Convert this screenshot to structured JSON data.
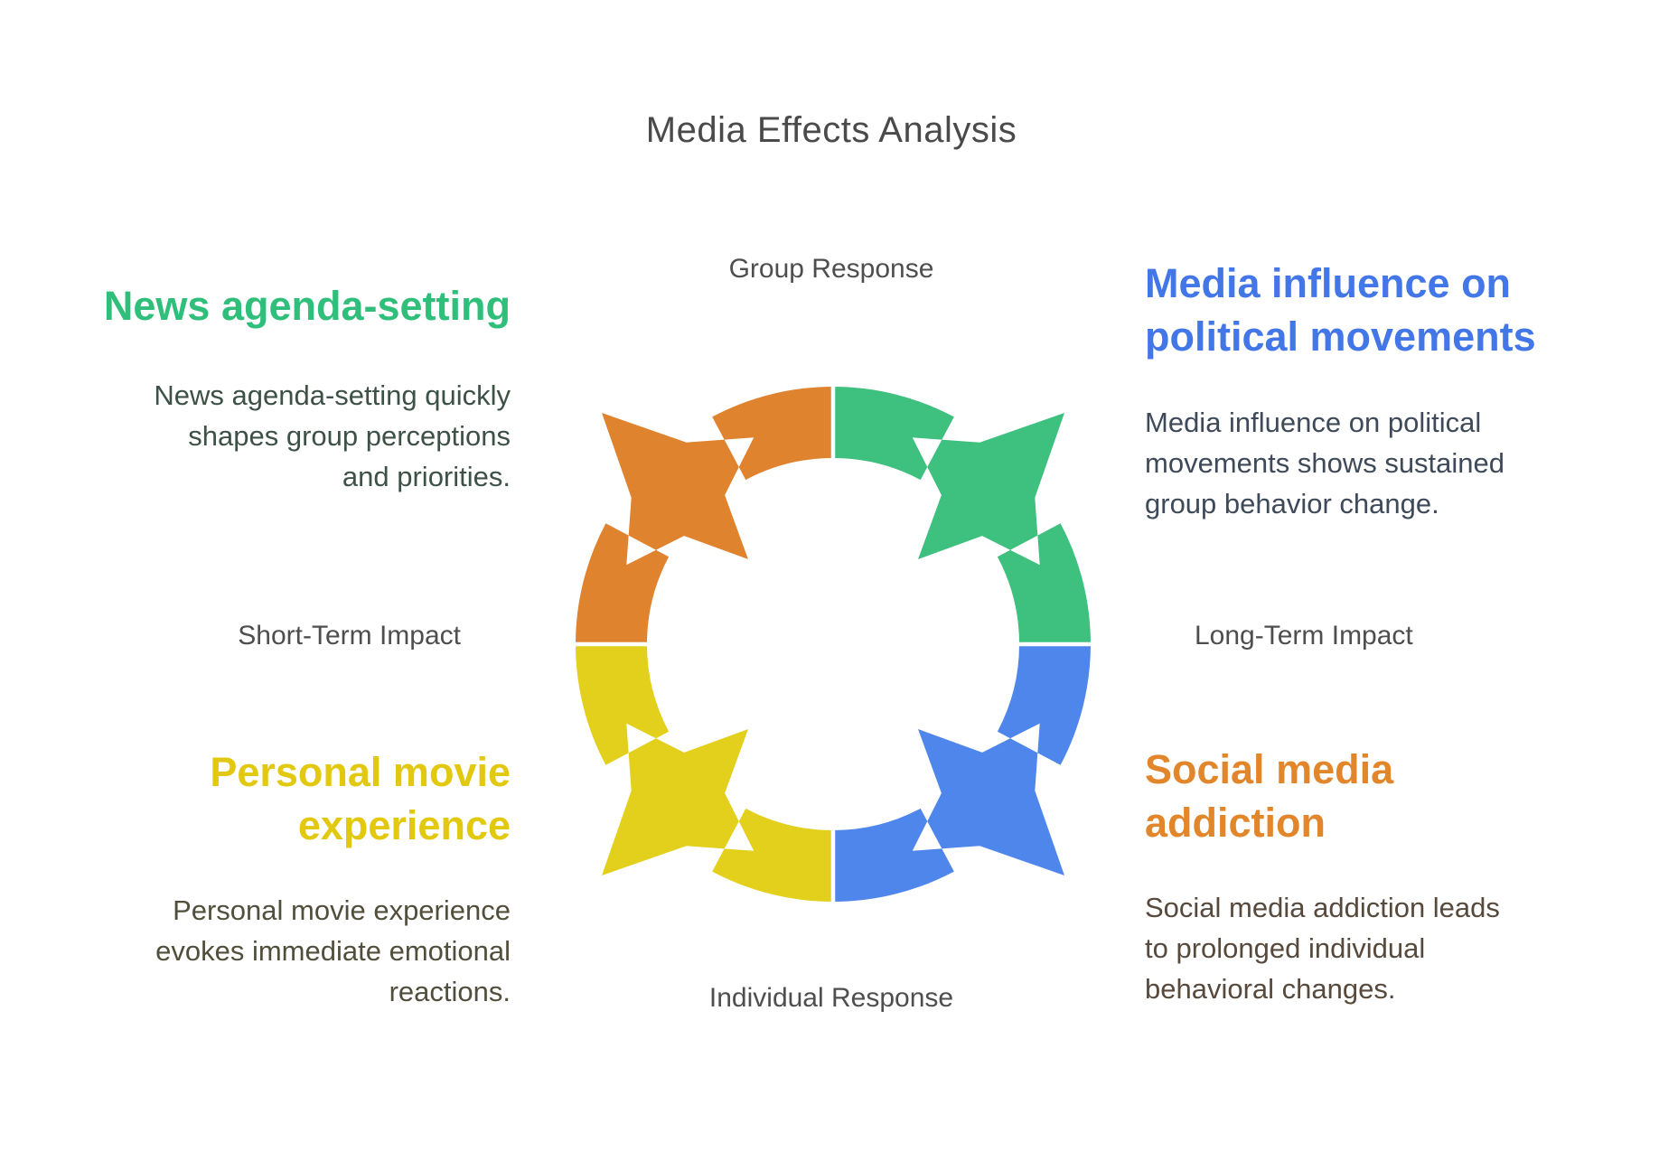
{
  "title": {
    "text": "Media Effects Analysis",
    "color": "#4a4a4a"
  },
  "axis_labels": {
    "top": "Group Response",
    "bottom": "Individual Response",
    "left": "Short-Term Impact",
    "right": "Long-Term Impact",
    "color": "#4e4e4e"
  },
  "diagram": {
    "type": "cycle-quadrant-arrows",
    "gap_color": "#ffffff",
    "segments": {
      "top_left": {
        "color": "#E0832F"
      },
      "top_right": {
        "color": "#3EC07E"
      },
      "bottom_right": {
        "color": "#4F86EC"
      },
      "bottom_left": {
        "color": "#E3D01D"
      }
    }
  },
  "quadrants": {
    "top_left": {
      "heading_lines": [
        "News agenda-setting"
      ],
      "heading_color": "#2FBF7A",
      "body_lines": [
        "News agenda-setting quickly",
        "shapes group perceptions",
        "and priorities."
      ],
      "body_color": "#3D5147"
    },
    "top_right": {
      "heading_lines": [
        "Media influence on",
        "political movements"
      ],
      "heading_color": "#4377E8",
      "body_lines": [
        "Media influence on political",
        "movements shows sustained",
        "group behavior change."
      ],
      "body_color": "#3E4A59"
    },
    "bottom_left": {
      "heading_lines": [
        "Personal movie",
        "experience"
      ],
      "heading_color": "#E2C80E",
      "body_lines": [
        "Personal movie experience",
        "evokes immediate emotional",
        "reactions."
      ],
      "body_color": "#514F3B"
    },
    "bottom_right": {
      "heading_lines": [
        "Social media",
        "addiction"
      ],
      "heading_color": "#E2862C",
      "body_lines": [
        "Social media addiction leads",
        "to prolonged individual",
        "behavioral changes."
      ],
      "body_color": "#57493C"
    }
  }
}
